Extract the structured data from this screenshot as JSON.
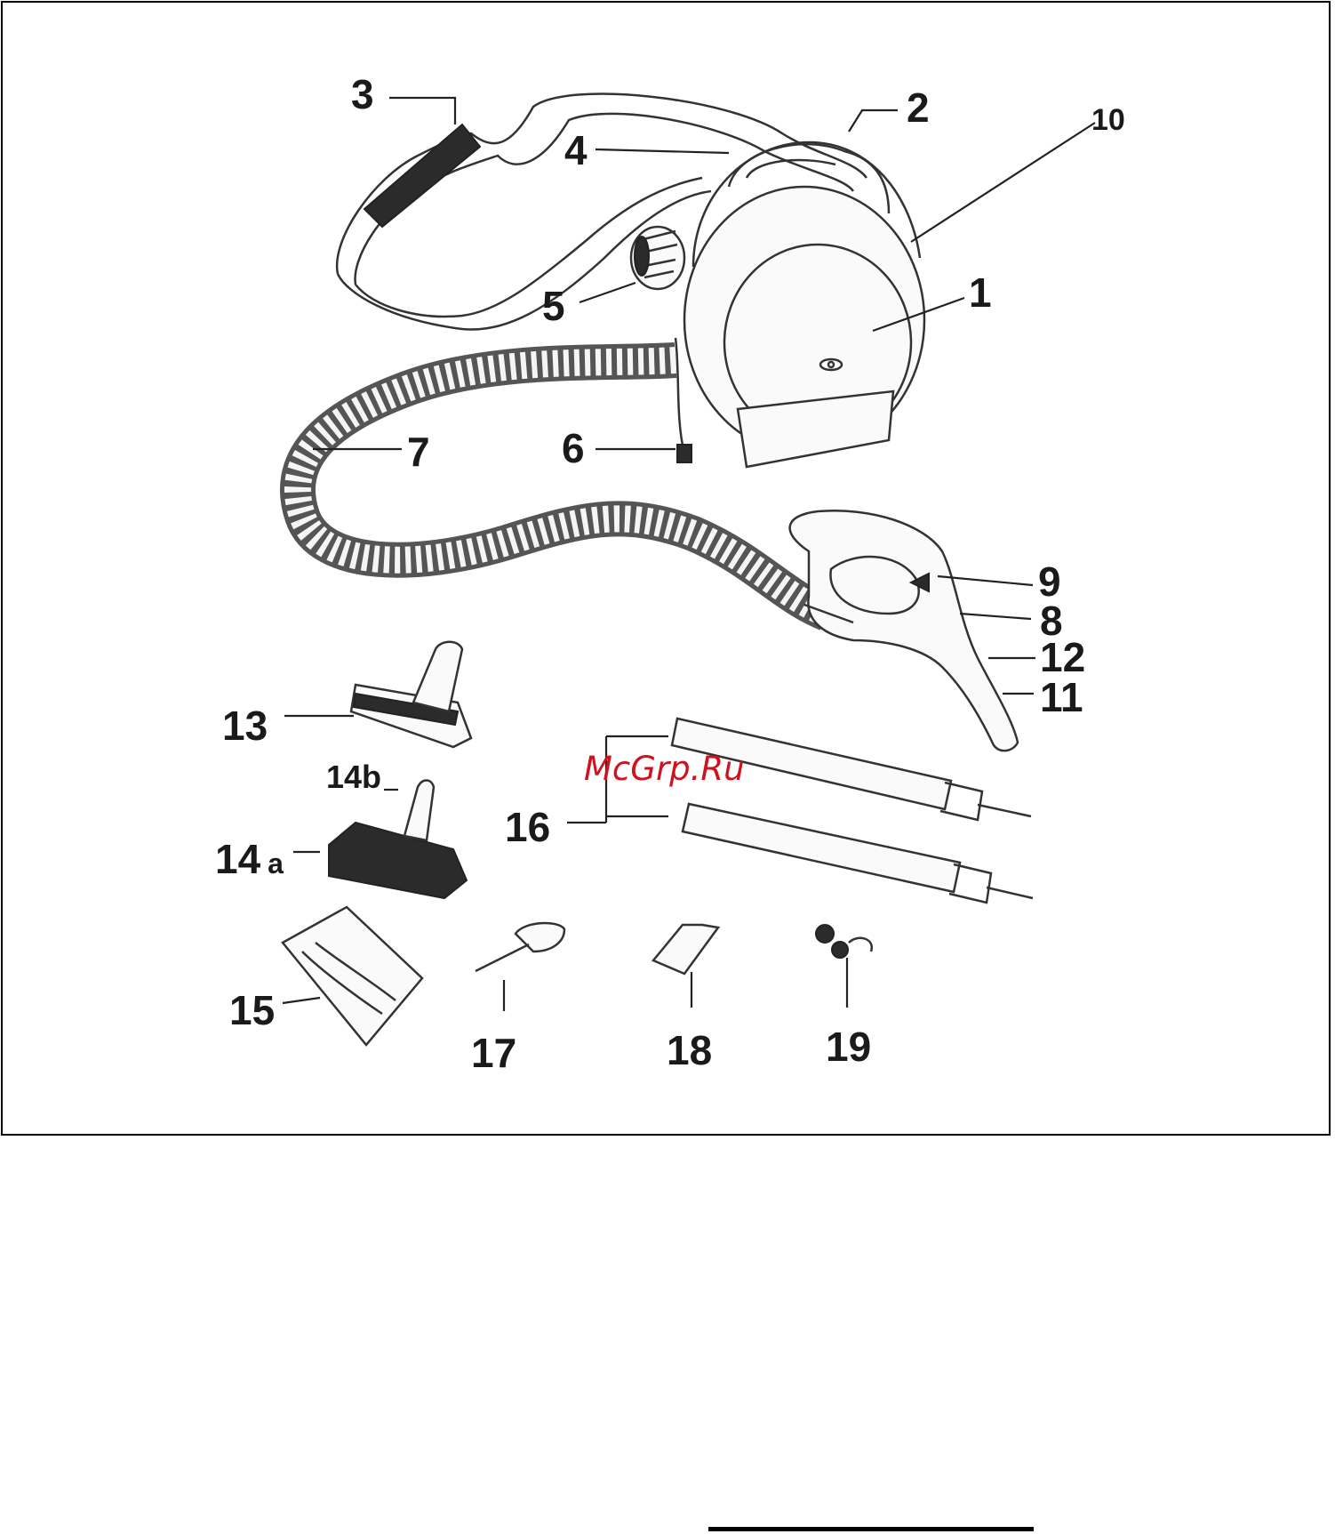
{
  "labels": {
    "l1": "1",
    "l2": "2",
    "l3": "3",
    "l4": "4",
    "l5": "5",
    "l6": "6",
    "l7": "7",
    "l8": "8",
    "l9": "9",
    "l10": "10",
    "l11": "11",
    "l12": "12",
    "l13": "13",
    "l14a_num": "14",
    "l14a_suffix": "a",
    "l14b": "14b",
    "l15": "15",
    "l16": "16",
    "l17": "17",
    "l18": "18",
    "l19": "19"
  },
  "watermark": "McGrp.Ru"
}
